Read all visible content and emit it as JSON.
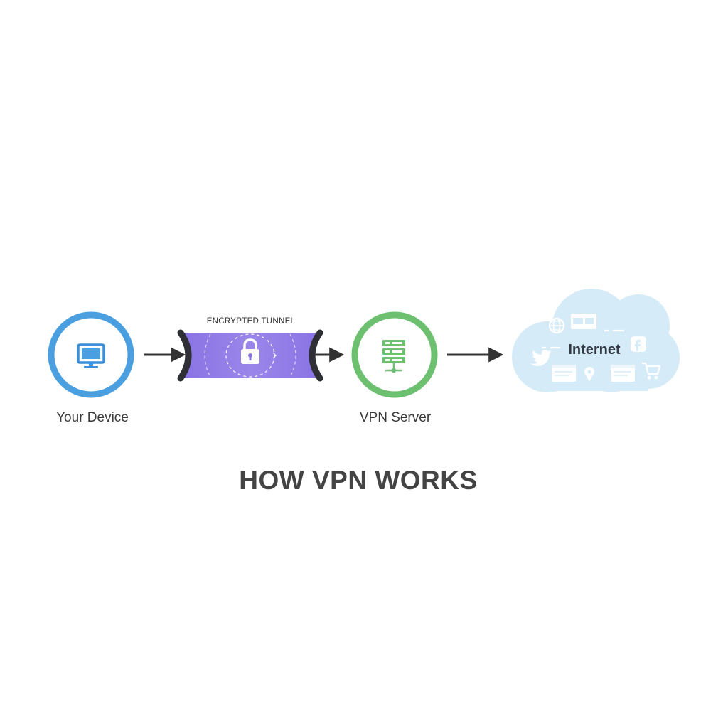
{
  "title": "HOW VPN WORKS",
  "nodes": {
    "device": {
      "label": "Your Device",
      "icon": "monitor-icon",
      "color": "#4a9fe0"
    },
    "tunnel": {
      "label": "ENCRYPTED TUNNEL",
      "icon": "padlock-icon",
      "color": "#8e78e6"
    },
    "server": {
      "label": "VPN Server",
      "icon": "server-rack-icon",
      "color": "#6cc070"
    },
    "internet": {
      "label": "Internet",
      "color": "#d6ebf8",
      "icons": [
        "globe-icon",
        "browser-window-icon",
        "facebook-icon",
        "twitter-icon",
        "browser-window-icon",
        "pin-icon",
        "browser-window-icon",
        "shopping-cart-icon"
      ]
    }
  },
  "flow": [
    "Your Device",
    "ENCRYPTED TUNNEL",
    "VPN Server",
    "Internet"
  ]
}
